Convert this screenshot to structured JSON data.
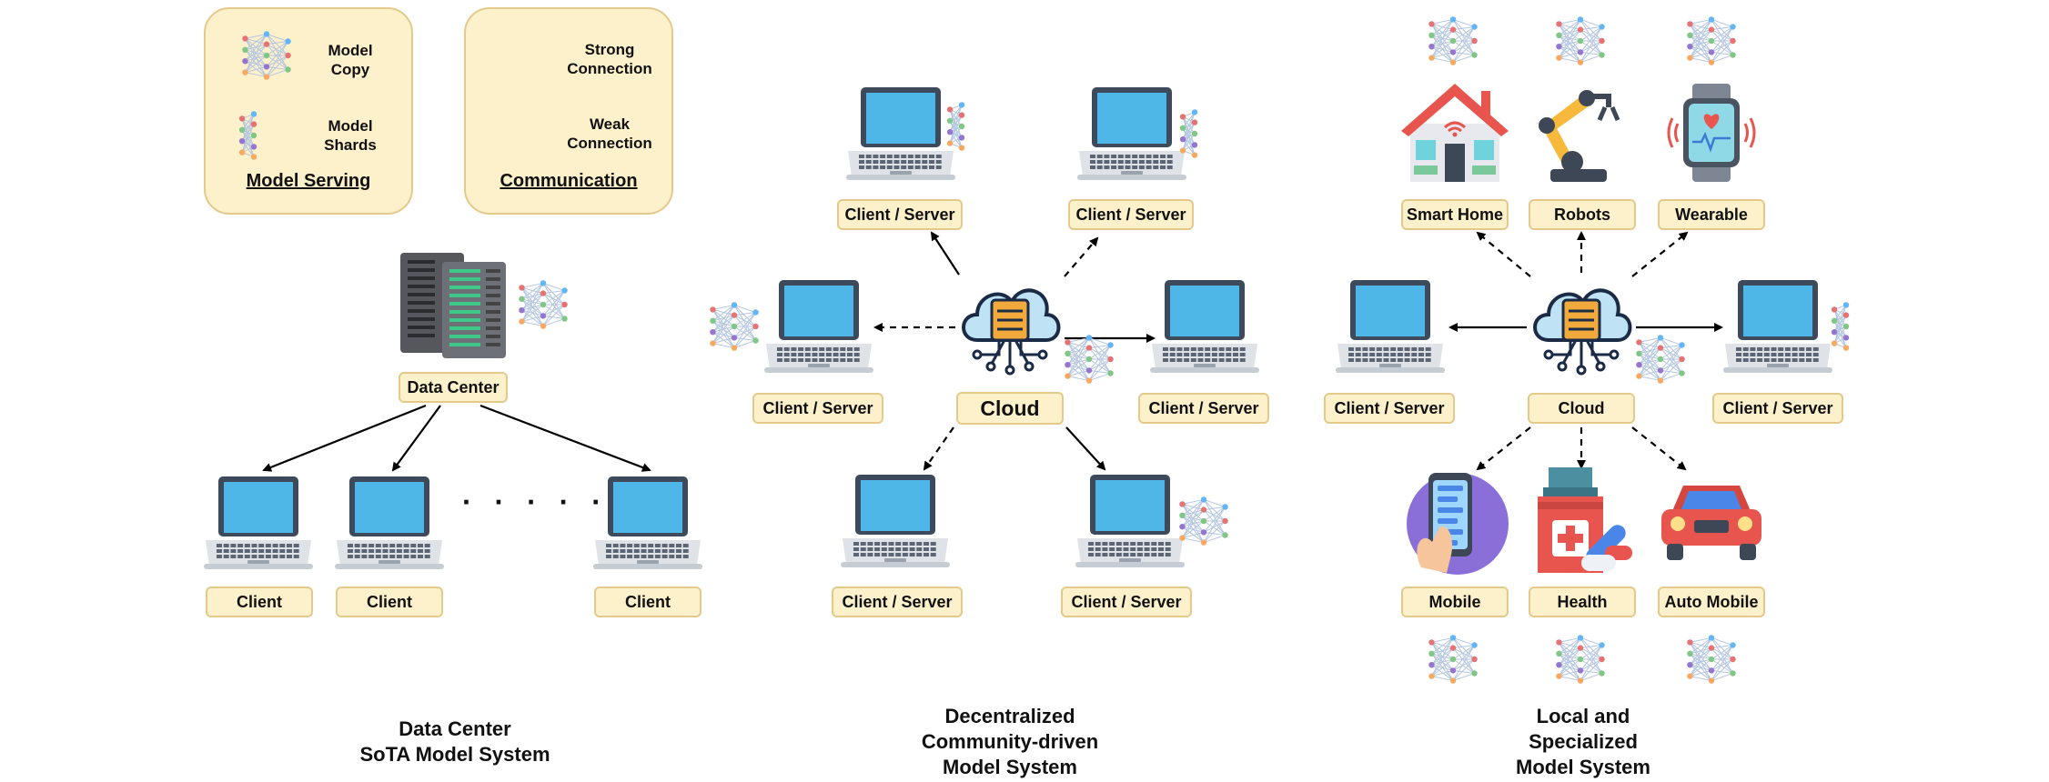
{
  "legend": {
    "serving": {
      "title": "Model Serving",
      "copy_label": "Model\nCopy",
      "shards_label": "Model\nShards"
    },
    "communication": {
      "title": "Communication",
      "strong_label": "Strong\nConnection",
      "weak_label": "Weak\nConnection"
    }
  },
  "panel1": {
    "hub_label": "Data Center",
    "client_labels": [
      "Client",
      "Client",
      "Client"
    ],
    "ellipsis": "· · · · ·",
    "caption": "Data Center\nSoTA Model System"
  },
  "panel2": {
    "hub_label": "Cloud",
    "node_labels": [
      "Client / Server",
      "Client / Server",
      "Client / Server",
      "Client / Server",
      "Client / Server",
      "Client / Server"
    ],
    "caption": "Decentralized\nCommunity-driven\nModel System"
  },
  "panel3": {
    "hub_label": "Cloud",
    "device_labels": [
      "Smart Home",
      "Robots",
      "Wearable",
      "Mobile",
      "Health",
      "Auto Mobile"
    ],
    "node_labels": [
      "Client / Server",
      "Client / Server"
    ],
    "caption": "Local and\nSpecialized\nModel System"
  },
  "colors": {
    "box_fill": "#fdf1cc",
    "box_border": "#e3c98a",
    "screen": "#4fb6e8",
    "laptop_body": "#dfe3e8",
    "cloud": "#bfe3f5",
    "server": "#f2a93b",
    "datacenter": "#55575c"
  },
  "icons": [
    "laptop-icon",
    "cloud-server-icon",
    "neural-network-icon",
    "datacenter-rack-icon",
    "smart-home-icon",
    "robot-arm-icon",
    "smartwatch-icon",
    "smartphone-icon",
    "health-kit-icon",
    "car-icon"
  ]
}
